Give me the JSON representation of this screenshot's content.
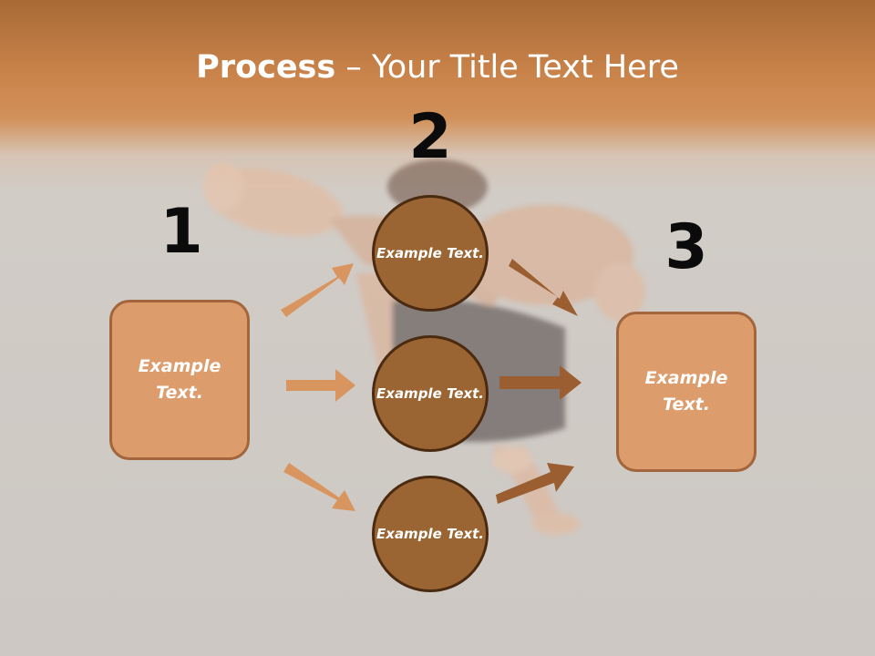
{
  "title": {
    "bold": "Process",
    "rest": " – Your Title Text Here"
  },
  "steps": [
    {
      "number": "1",
      "label": "Example Text."
    },
    {
      "number": "2",
      "label": "Example Text."
    },
    {
      "number": "3",
      "label": "Example Text."
    }
  ],
  "middle_items": [
    {
      "label": "Example Text."
    },
    {
      "label": "Example Text."
    },
    {
      "label": "Example Text."
    }
  ],
  "colors": {
    "header": "#c9834a",
    "box_fill": "#dc9c6b",
    "circle_fill": "#9b6533",
    "left_arrows": "#d9955f",
    "right_arrows": "#9b5e30"
  }
}
